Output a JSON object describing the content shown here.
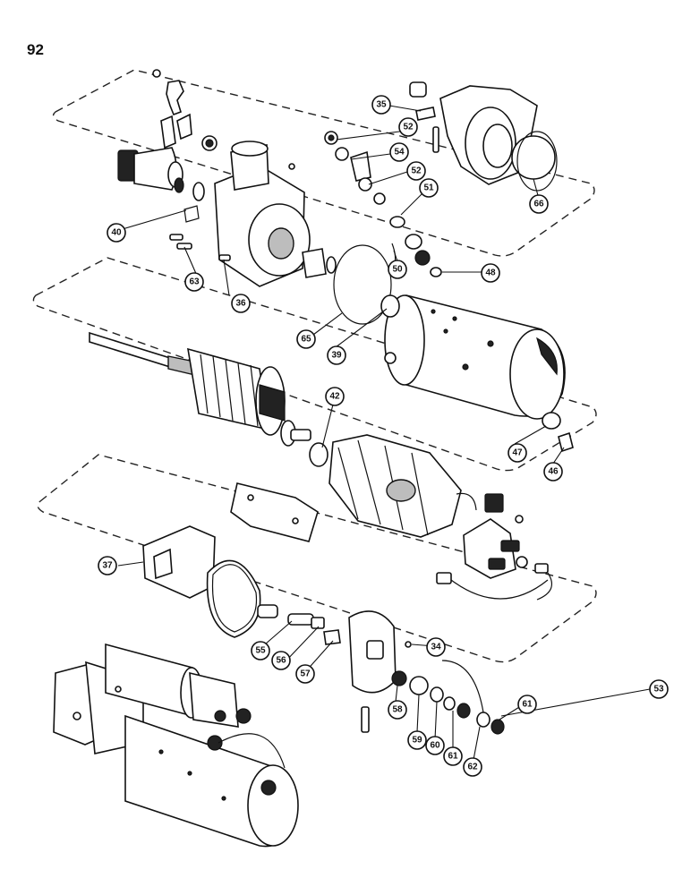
{
  "page": {
    "number": "92"
  },
  "callouts": [
    "34",
    "35",
    "36",
    "37",
    "39",
    "40",
    "42",
    "46",
    "47",
    "48",
    "50",
    "51",
    "52",
    "52",
    "53",
    "54",
    "55",
    "56",
    "57",
    "58",
    "59",
    "60",
    "61",
    "61",
    "62",
    "63",
    "65",
    "66"
  ]
}
